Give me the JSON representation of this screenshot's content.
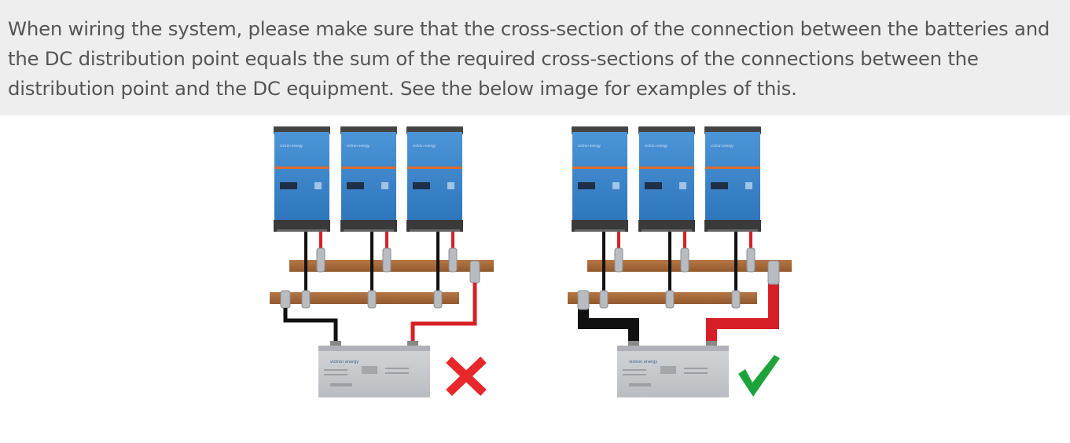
{
  "note": {
    "text": "When wiring the system, please make sure that the cross-section of the connection between the batteries and the DC distribution point equals the sum of the required cross-sections of the connections between the distribution point and the DC equipment. See the below image for examples of this."
  },
  "colors": {
    "note_background": "#eeeeee",
    "note_text": "#555555",
    "inverter_blue": "#3b86cf",
    "busbar_copper": "#a9693a",
    "cable_red": "#d61f26",
    "cable_black": "#111111",
    "battery_grey": "#c8ccd0",
    "cross_red": "#e8272a",
    "check_green": "#1ea33c"
  },
  "diagram": {
    "examples": [
      {
        "id": "incorrect",
        "inverter_count": 3,
        "main_cable": "thin",
        "result_icon": "cross-icon"
      },
      {
        "id": "correct",
        "inverter_count": 3,
        "main_cable": "thick",
        "result_icon": "check-icon"
      }
    ]
  }
}
